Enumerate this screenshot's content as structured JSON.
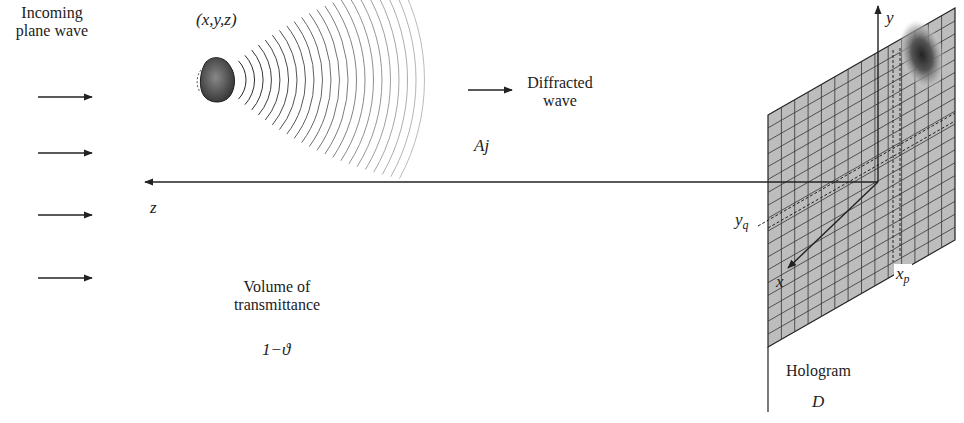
{
  "diagram": {
    "labels": [
      "Incoming plane wave",
      "(x,y,z)",
      "Diffracted wave",
      "Aj",
      "z",
      "y",
      "x",
      "yq",
      "xp",
      "Volume of transmittance",
      "1−ϑ",
      "Hologram",
      "D"
    ]
  }
}
